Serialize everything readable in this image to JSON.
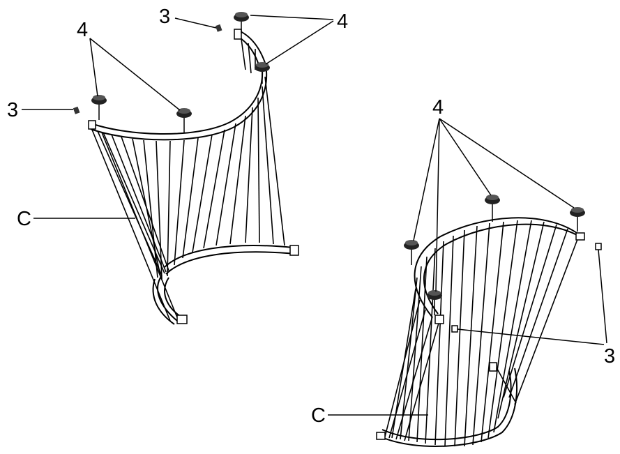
{
  "diagram": {
    "left_assembly": {
      "part_label": "C",
      "foot_label_top": "4",
      "foot_label_right": "4",
      "cap_label_top": "3",
      "cap_label_left": "3"
    },
    "right_assembly": {
      "part_label": "C",
      "foot_label": "4",
      "cap_label": "3"
    }
  },
  "colors": {
    "line": "#000000",
    "background": "#ffffff"
  }
}
